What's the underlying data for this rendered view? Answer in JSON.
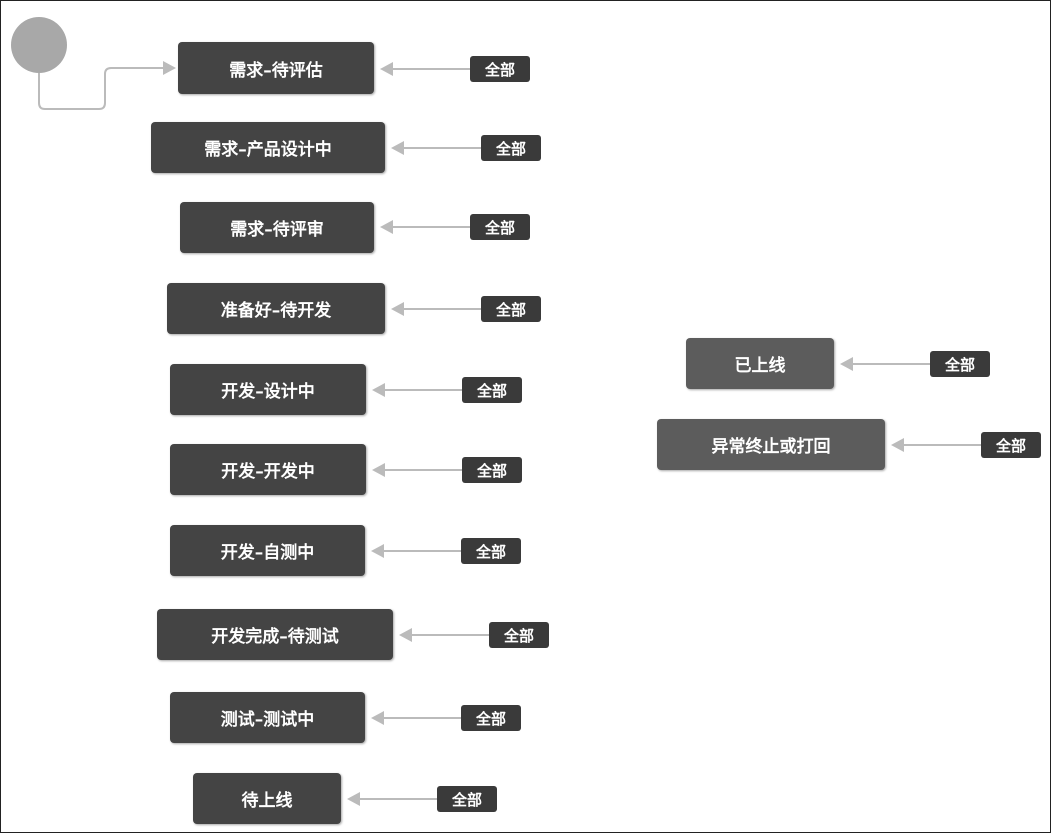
{
  "diagram": {
    "states": [
      {
        "label": "需求–待评估",
        "filter": "全部"
      },
      {
        "label": "需求–产品设计中",
        "filter": "全部"
      },
      {
        "label": "需求–待评审",
        "filter": "全部"
      },
      {
        "label": "准备好–待开发",
        "filter": "全部"
      },
      {
        "label": "开发–设计中",
        "filter": "全部"
      },
      {
        "label": "开发–开发中",
        "filter": "全部"
      },
      {
        "label": "开发–自测中",
        "filter": "全部"
      },
      {
        "label": "开发完成–待测试",
        "filter": "全部"
      },
      {
        "label": "测试–测试中",
        "filter": "全部"
      },
      {
        "label": "待上线",
        "filter": "全部"
      },
      {
        "label": "已上线",
        "filter": "全部"
      },
      {
        "label": "异常终止或打回",
        "filter": "全部"
      }
    ]
  },
  "colors": {
    "node": "#444444",
    "node_light": "#5c5c5c",
    "badge": "#3a3a3a",
    "arrow": "#bbbbbb",
    "start": "#a8a8a8"
  }
}
